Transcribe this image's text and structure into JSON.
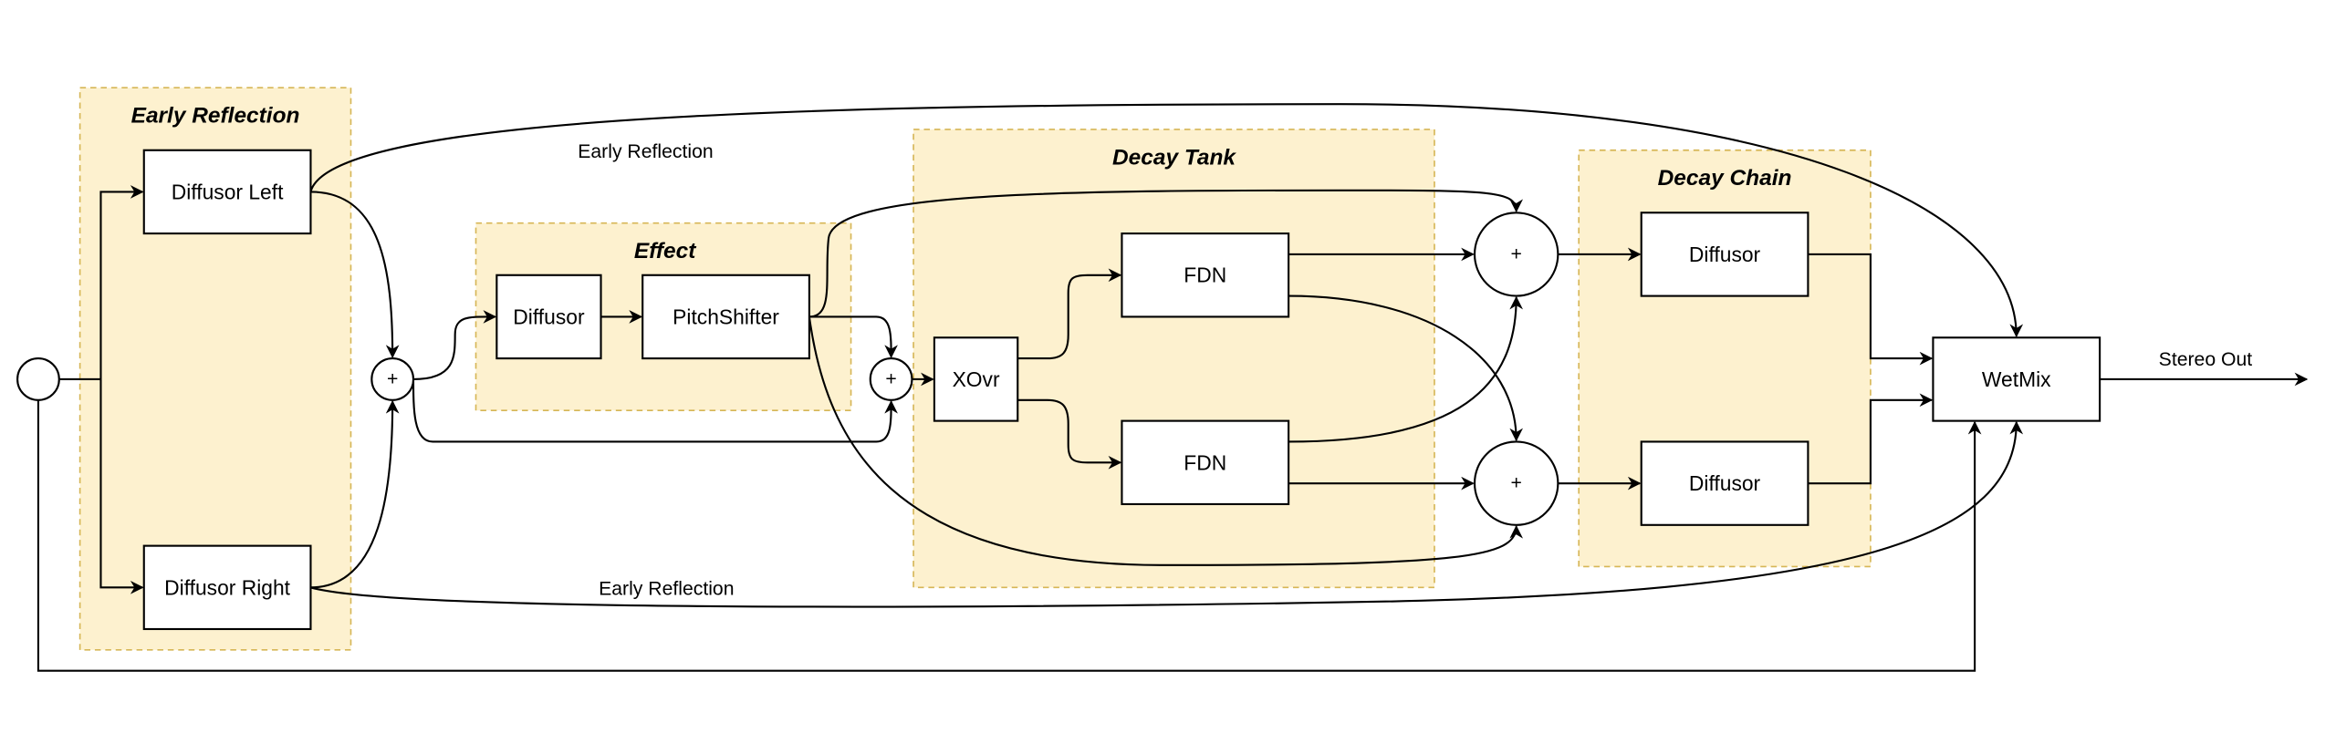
{
  "groups": {
    "early_reflection": "Early Reflection",
    "effect": "Effect",
    "decay_tank": "Decay Tank",
    "decay_chain": "Decay Chain"
  },
  "blocks": {
    "diffusor_left": "Diffusor Left",
    "diffusor_right": "Diffusor Right",
    "effect_diffusor": "Diffusor",
    "pitch_shifter": "PitchShifter",
    "xovr": "XOvr",
    "fdn_top": "FDN",
    "fdn_bottom": "FDN",
    "chain_diffusor_top": "Diffusor",
    "chain_diffusor_bottom": "Diffusor",
    "wetmix": "WetMix"
  },
  "sum_symbol": "+",
  "edge_labels": {
    "early_reflection_top": "Early Reflection",
    "early_reflection_bottom": "Early Reflection",
    "stereo_out": "Stereo Out"
  },
  "colors": {
    "group_fill": "#fdf1cf",
    "group_stroke": "#d6b656",
    "line": "#000000"
  }
}
